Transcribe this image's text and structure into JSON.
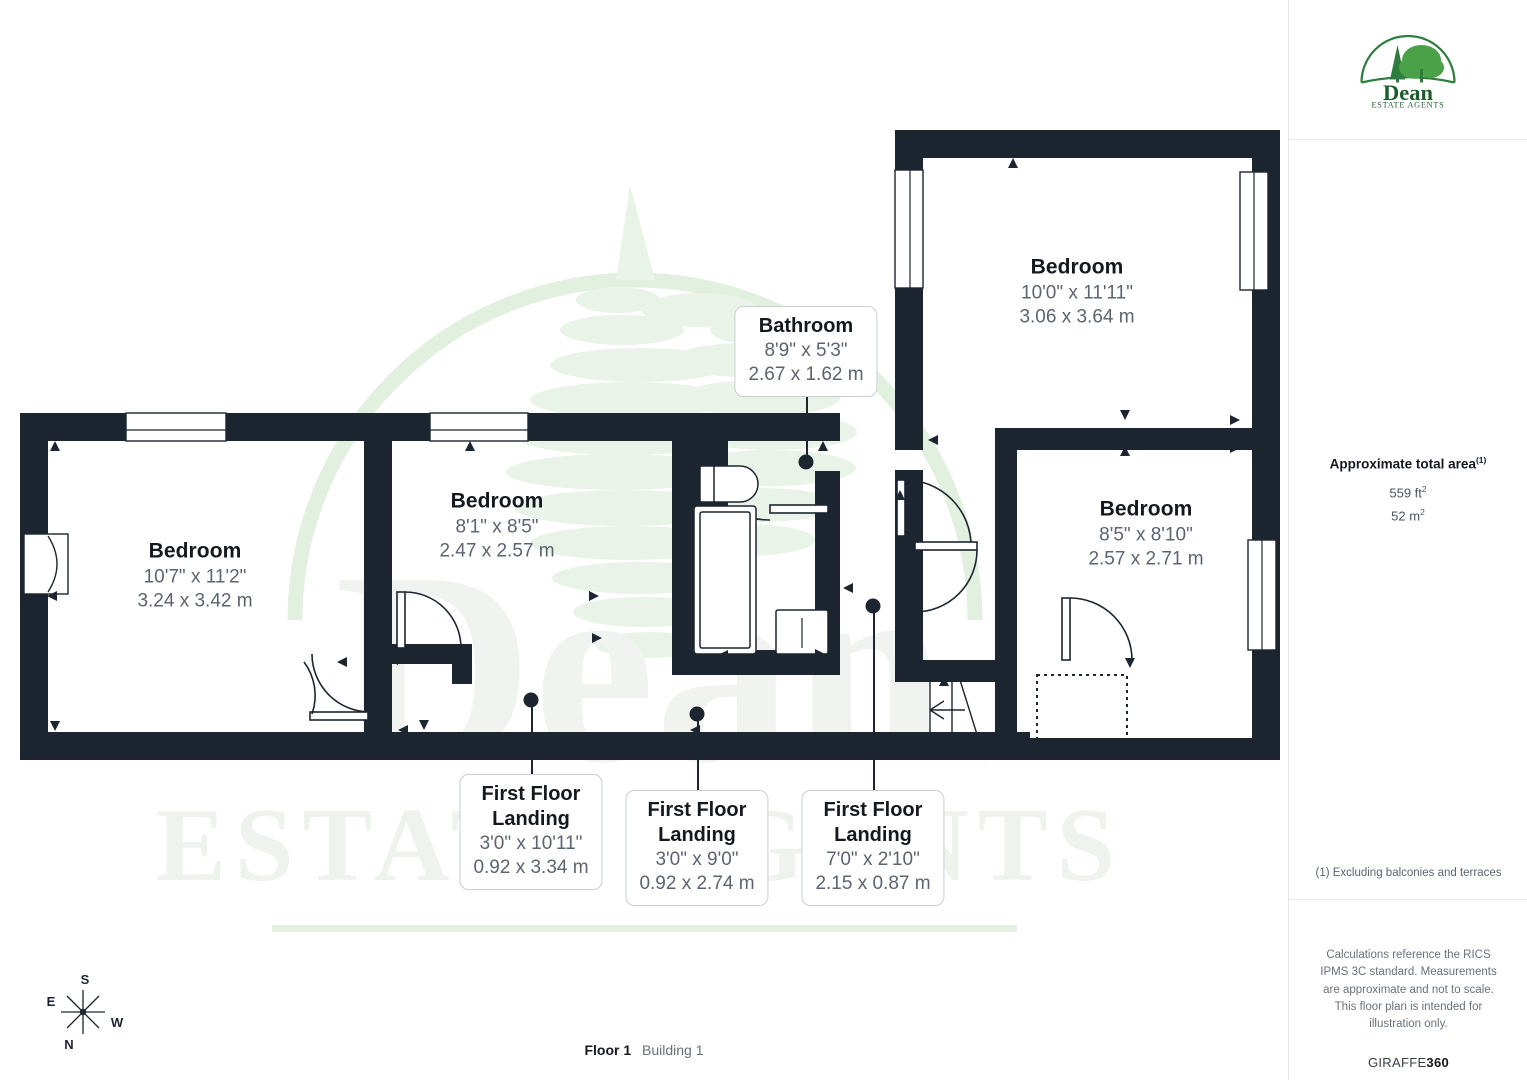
{
  "brand": {
    "logo_name": "Dean",
    "logo_sub": "ESTATE AGENTS",
    "watermark_name": "Dean",
    "watermark_sub": "ESTATE AGENTS",
    "green": "#2f7d3e",
    "wall_color": "#1d2531"
  },
  "sidebar": {
    "area_title": "Approximate total area",
    "area_title_sup": "(1)",
    "area_sqft": "559 ft",
    "area_sqft_sup": "2",
    "area_sqm": "52 m",
    "area_sqm_sup": "2",
    "note": "(1) Excluding balconies and terraces",
    "disclaimer": "Calculations reference the RICS IPMS 3C standard. Measurements are approximate and not to scale. This floor plan is intended for illustration only.",
    "brand_prefix": "GIRAFFE",
    "brand_suffix": "360"
  },
  "footer": {
    "floor": "Floor 1",
    "building": "Building 1"
  },
  "compass": {
    "n": "N",
    "s": "S",
    "e": "E",
    "w": "W"
  },
  "rooms": [
    {
      "id": "bedroom-left",
      "name": "Bedroom",
      "dim_imperial": "10'7\" x 11'2\"",
      "dim_metric": "3.24 x 3.42 m",
      "style": "plain"
    },
    {
      "id": "bedroom-middle",
      "name": "Bedroom",
      "dim_imperial": "8'1\" x 8'5\"",
      "dim_metric": "2.47 x 2.57 m",
      "style": "plain"
    },
    {
      "id": "bedroom-top-right",
      "name": "Bedroom",
      "dim_imperial": "10'0\" x 11'11\"",
      "dim_metric": "3.06 x 3.64 m",
      "style": "plain"
    },
    {
      "id": "bedroom-bottom-right",
      "name": "Bedroom",
      "dim_imperial": "8'5\" x 8'10\"",
      "dim_metric": "2.57 x 2.71 m",
      "style": "plain"
    },
    {
      "id": "bathroom",
      "name": "Bathroom",
      "dim_imperial": "8'9\" x 5'3\"",
      "dim_metric": "2.67 x 1.62 m",
      "style": "callout"
    },
    {
      "id": "landing-1",
      "name": "First Floor Landing",
      "name_line1": "First Floor",
      "name_line2": "Landing",
      "dim_imperial": "3'0\" x 10'11\"",
      "dim_metric": "0.92 x 3.34 m",
      "style": "callout"
    },
    {
      "id": "landing-2",
      "name": "First Floor Landing",
      "name_line1": "First Floor",
      "name_line2": "Landing",
      "dim_imperial": "3'0\" x 9'0\"",
      "dim_metric": "0.92 x 2.74 m",
      "style": "callout"
    },
    {
      "id": "landing-3",
      "name": "First Floor Landing",
      "name_line1": "First Floor",
      "name_line2": "Landing",
      "dim_imperial": "7'0\" x 2'10\"",
      "dim_metric": "2.15 x 0.87 m",
      "style": "callout"
    }
  ]
}
